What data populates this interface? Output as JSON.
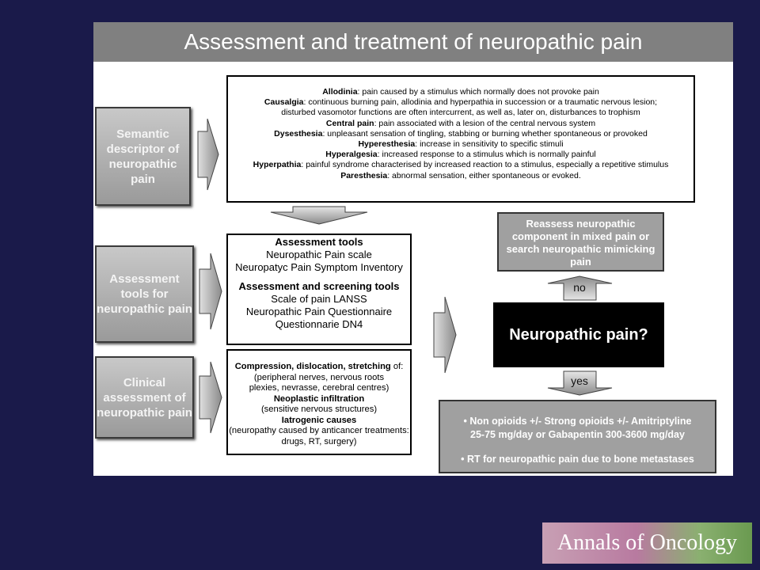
{
  "title": "Assessment and treatment of neuropathic pain",
  "left_boxes": [
    "Semantic descriptor of neuropathic pain",
    "Assessment tools for neuropathic pain",
    "Clinical assessment of neuropathic pain"
  ],
  "definitions": [
    {
      "term": "Allodinia",
      "text": ": pain caused by a stimulus which normally does not provoke pain"
    },
    {
      "term": "Causalgia",
      "text": ": continuous burning pain, allodinia and hyperpathia in succession or a traumatic nervous lesion;"
    },
    {
      "term": "",
      "text": "disturbed vasomotor functions are often intercurrent, as well as, later on, disturbances to trophism"
    },
    {
      "term": "Central pain",
      "text": ": pain associated with a lesion of the central nervous system"
    },
    {
      "term": "Dysesthesia",
      "text": ": unpleasant sensation of tingling, stabbing or burning whether spontaneous or provoked"
    },
    {
      "term": "Hyperesthesia",
      "text": ": increase in sensitivity to specific stimuli"
    },
    {
      "term": "Hyperalgesia",
      "text": ": increased response to a stimulus which is normally painful"
    },
    {
      "term": "Hyperpathia",
      "text": ": painful syndrome characterised by increased reaction to a stimulus, especially a repetitive stimulus"
    },
    {
      "term": "Paresthesia",
      "text": ": abnormal sensation, either spontaneous or evoked."
    }
  ],
  "tools": {
    "heading1": "Assessment tools",
    "items1": [
      "Neuropathic Pain scale",
      "Neuropatyc Pain Symptom Inventory"
    ],
    "heading2": "Assessment and screening tools",
    "items2": [
      "Scale of pain  LANSS",
      "Neuropathic Pain Questionnaire",
      "Questionnarie DN4"
    ]
  },
  "clinical": {
    "line1_bold": "Compression, dislocation,  stretching",
    "line1_rest": " of:",
    "line2": "(peripheral nerves, nervous roots",
    "line3": "plexies, nevrasse, cerebral centres)",
    "line4_bold": "Neoplastic infiltration",
    "line5": "(sensitive nervous structures)",
    "line6_bold": "Iatrogenic causes",
    "line7": "(neuropathy caused by anticancer treatments:",
    "line8": "drugs, RT, surgery)"
  },
  "reassess": "Reassess neuropathic component in mixed pain or search neuropathic mimicking pain",
  "question": "Neuropathic pain?",
  "no_label": "no",
  "yes_label": "yes",
  "treatment": {
    "line1": "• Non opioids +/- Strong opioids +/- Amitriptyline",
    "line2": "25-75 mg/day or Gabapentin 300-3600 mg/day",
    "line3": "• RT for neuropathic pain due to bone metastases"
  },
  "logo": "Annals of Oncology"
}
